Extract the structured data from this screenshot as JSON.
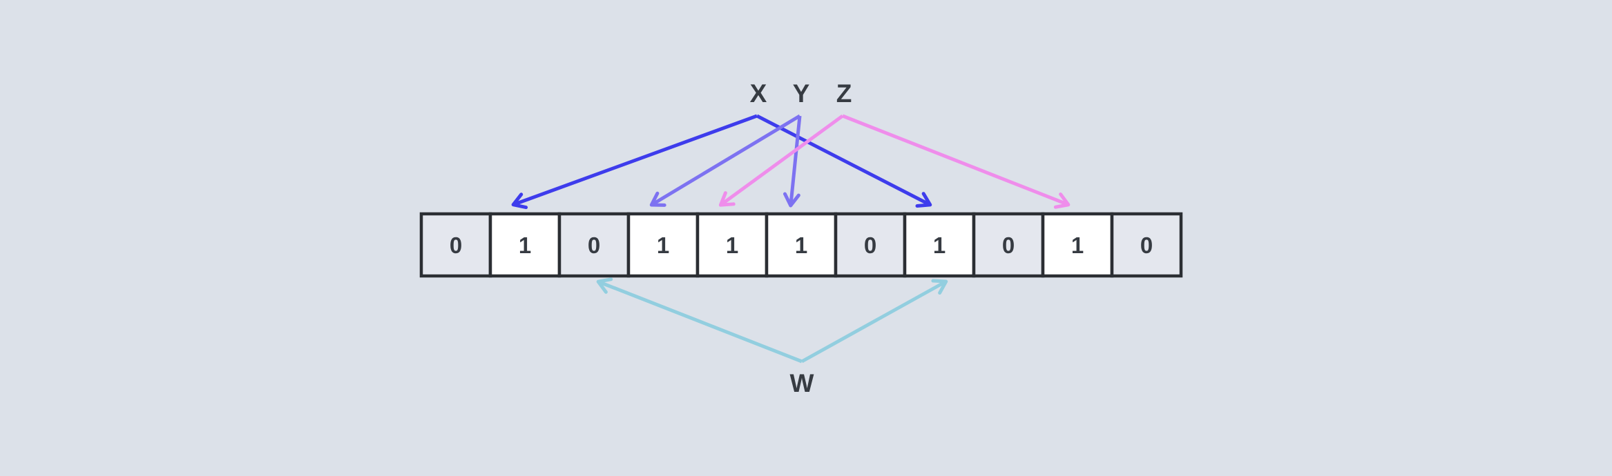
{
  "diagram": {
    "type": "bloom-filter-bit-array",
    "background_color": "#dce1e9",
    "bit_array": {
      "bits": [
        0,
        1,
        0,
        1,
        1,
        1,
        0,
        1,
        0,
        1,
        0
      ],
      "set_bit_fill": "#ffffff",
      "unset_bit_fill": "#e4e7ee",
      "border_color": "#2b2e33",
      "text_color": "#363b42"
    },
    "pointers": [
      {
        "label": "X",
        "color": "#3e3cec",
        "side": "top",
        "target_cells": [
          1,
          7
        ]
      },
      {
        "label": "Y",
        "color": "#7d72f1",
        "side": "top",
        "target_cells": [
          3,
          5
        ]
      },
      {
        "label": "Z",
        "color": "#ef8deb",
        "side": "top",
        "target_cells": [
          4,
          9
        ]
      },
      {
        "label": "W",
        "color": "#92cedf",
        "side": "bottom",
        "target_cells": [
          2,
          7
        ]
      }
    ]
  }
}
